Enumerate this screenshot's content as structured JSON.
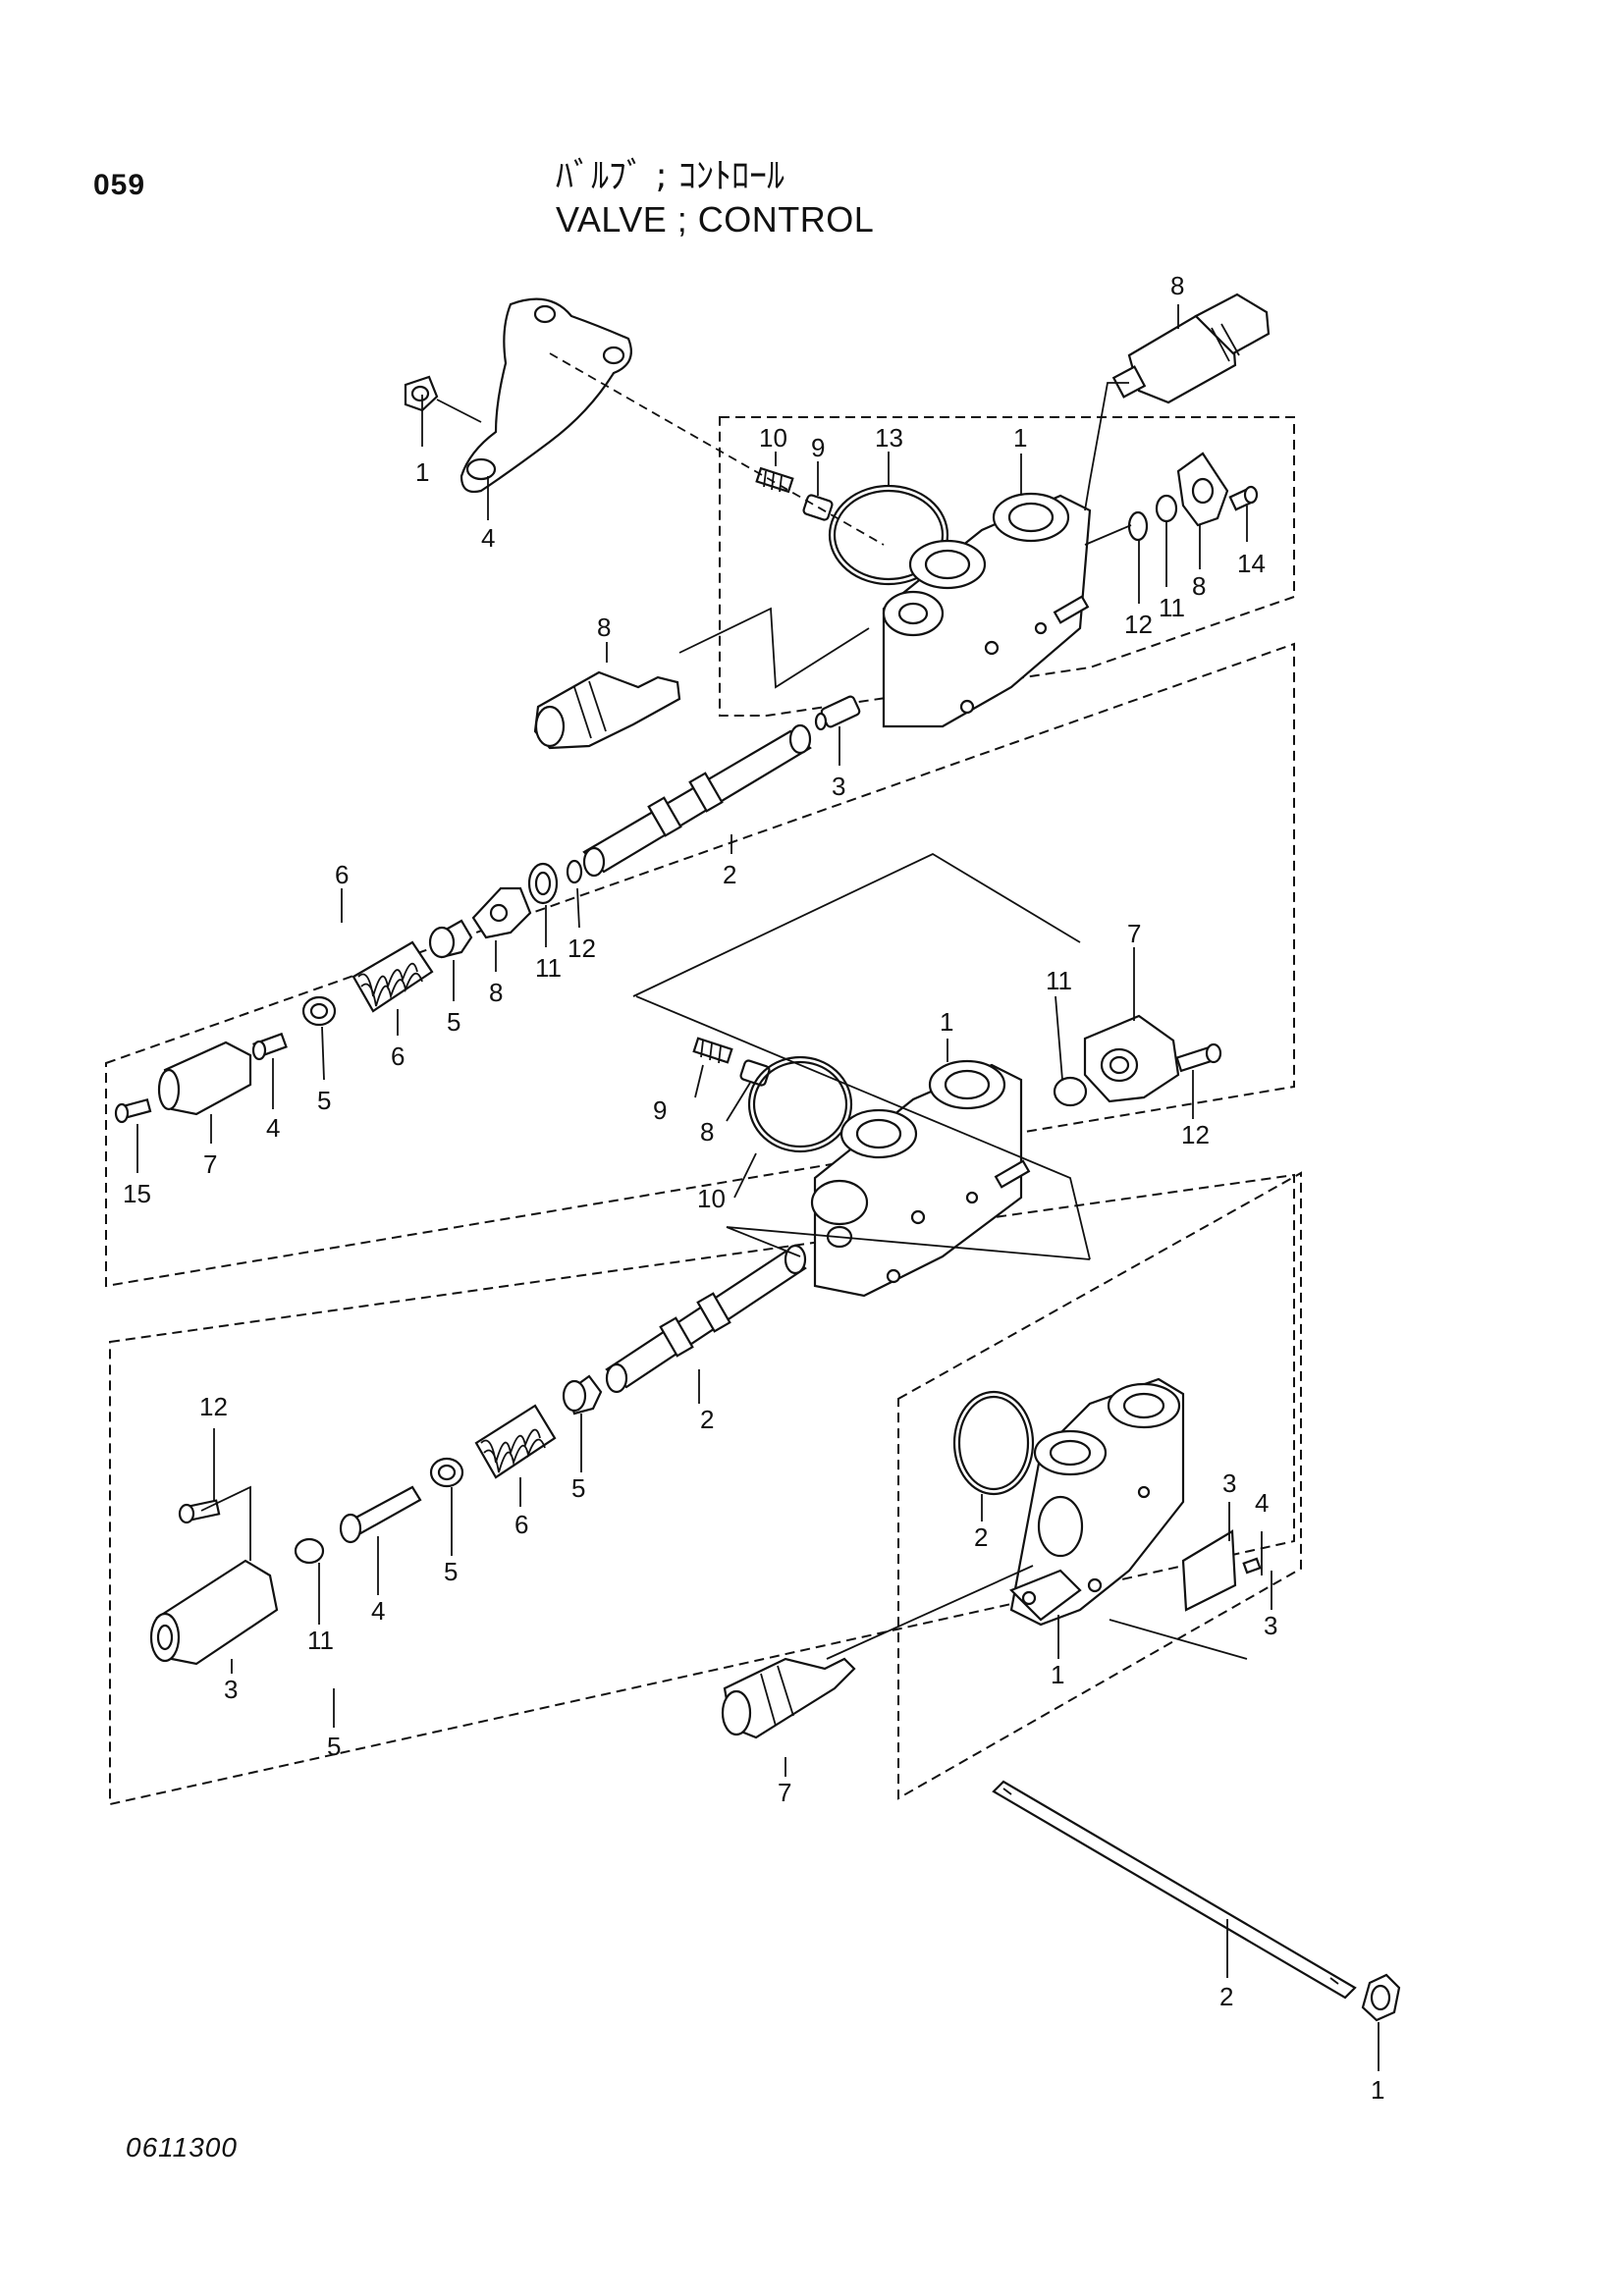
{
  "header": {
    "page_number": "059",
    "title_jp": "ﾊﾞﾙﾌﾞ ; ｺﾝﾄﾛｰﾙ",
    "title_en": "VALVE ; CONTROL"
  },
  "footer": {
    "drawing_code": "0611300"
  },
  "callouts": {
    "top_nut_1": "1",
    "top_cover_4": "4",
    "top_relief_8": "8",
    "top_10": "10",
    "top_9": "9",
    "top_13": "13",
    "top_body_1": "1",
    "top_12": "12",
    "top_11": "11",
    "top_8b": "8",
    "top_14": "14",
    "left_relief_8": "8",
    "top_3": "3",
    "top_spool_2": "2",
    "g6_6": "6",
    "g6_12": "12",
    "g6_11": "11",
    "g6_8": "8",
    "g6_5a": "5",
    "g6_6b": "6",
    "g6_5b": "5",
    "g6_4": "4",
    "g6_7": "7",
    "g6_15": "15",
    "mid_body_1": "1",
    "mid_11": "11",
    "mid_7": "7",
    "mid_12": "12",
    "mid_9": "9",
    "mid_8": "8",
    "mid_10": "10",
    "mid_spool_2": "2",
    "g5_12": "12",
    "g5_5a": "5",
    "g5_6": "6",
    "g5_5b": "5",
    "g5_4": "4",
    "g5_11": "11",
    "g5_3": "3",
    "g5_5": "5",
    "g3_2": "2",
    "g3_3a": "3",
    "g3_4": "4",
    "g3_1": "1",
    "g3_3": "3",
    "g3_7": "7",
    "bolt_2": "2",
    "bolt_nut_1": "1"
  }
}
